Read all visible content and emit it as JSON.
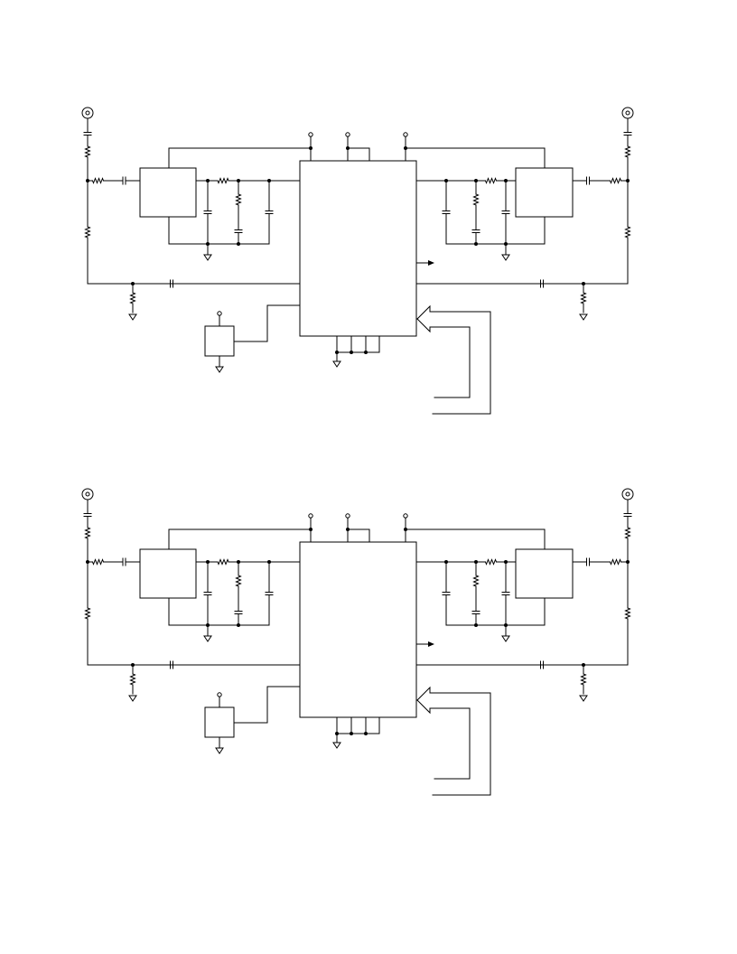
{
  "document": {
    "type": "schematic",
    "page_color": "#ffffff",
    "line_color": "#000000",
    "text": []
  },
  "figures": [
    {
      "id": "figure-1"
    },
    {
      "id": "figure-2"
    }
  ]
}
